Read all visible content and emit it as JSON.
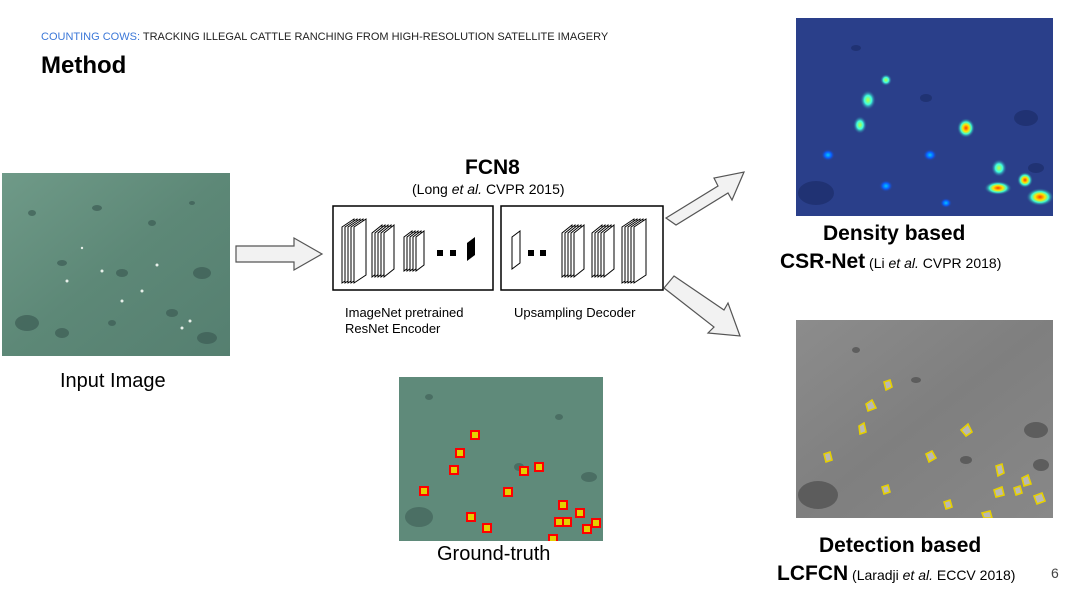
{
  "header": {
    "accent": "COUNTING COWS:",
    "rest": " TRACKING ILLEGAL CATTLE RANCHING FROM HIGH-RESOLUTION SATELLITE IMAGERY"
  },
  "title": "Method",
  "input": {
    "caption": "Input Image"
  },
  "fcn": {
    "title": "FCN8",
    "citation_pre": "(Long ",
    "citation_em": "et al.",
    "citation_post": " CVPR 2015)",
    "encoder_label_1": "ImageNet pretrained",
    "encoder_label_2": "ResNet Encoder",
    "decoder_label": "Upsampling Decoder"
  },
  "ground_truth": {
    "caption": "Ground-truth"
  },
  "density": {
    "line1": "Density based",
    "model": "CSR-Net",
    "cite_pre": " (Li ",
    "cite_em": "et al.",
    "cite_post": " CVPR 2018)"
  },
  "detection": {
    "line1": "Detection based",
    "model": "LCFCN",
    "cite_pre": " (Laradji ",
    "cite_em": "et al.",
    "cite_post": " ECCV 2018)"
  },
  "page_number": "6",
  "colors": {
    "accent": "#3c78d8",
    "field_green": "#5f8a7a",
    "heatmap_blue": "#2a3f8a",
    "box_red": "#ff0000",
    "box_yellow": "#e6d000"
  }
}
